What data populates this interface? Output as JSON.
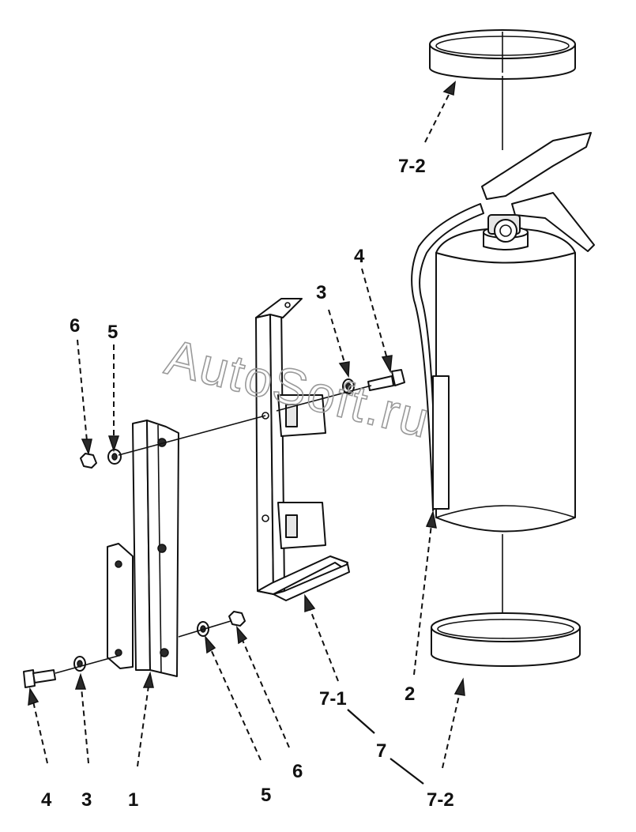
{
  "watermark": "AutoSoft.ru",
  "callouts": {
    "top_band": "7-2",
    "bolt_right": "4",
    "washer_right": "3",
    "nut_left_top": "6",
    "washer_left_top": "5",
    "bolt_left_bottom": "4",
    "washer_left_bottom": "3",
    "bracket": "1",
    "washer_bottom": "5",
    "nut_bottom": "6",
    "holder": "7-1",
    "extinguisher": "2",
    "assembly": "7",
    "bottom_band": "7-2"
  }
}
